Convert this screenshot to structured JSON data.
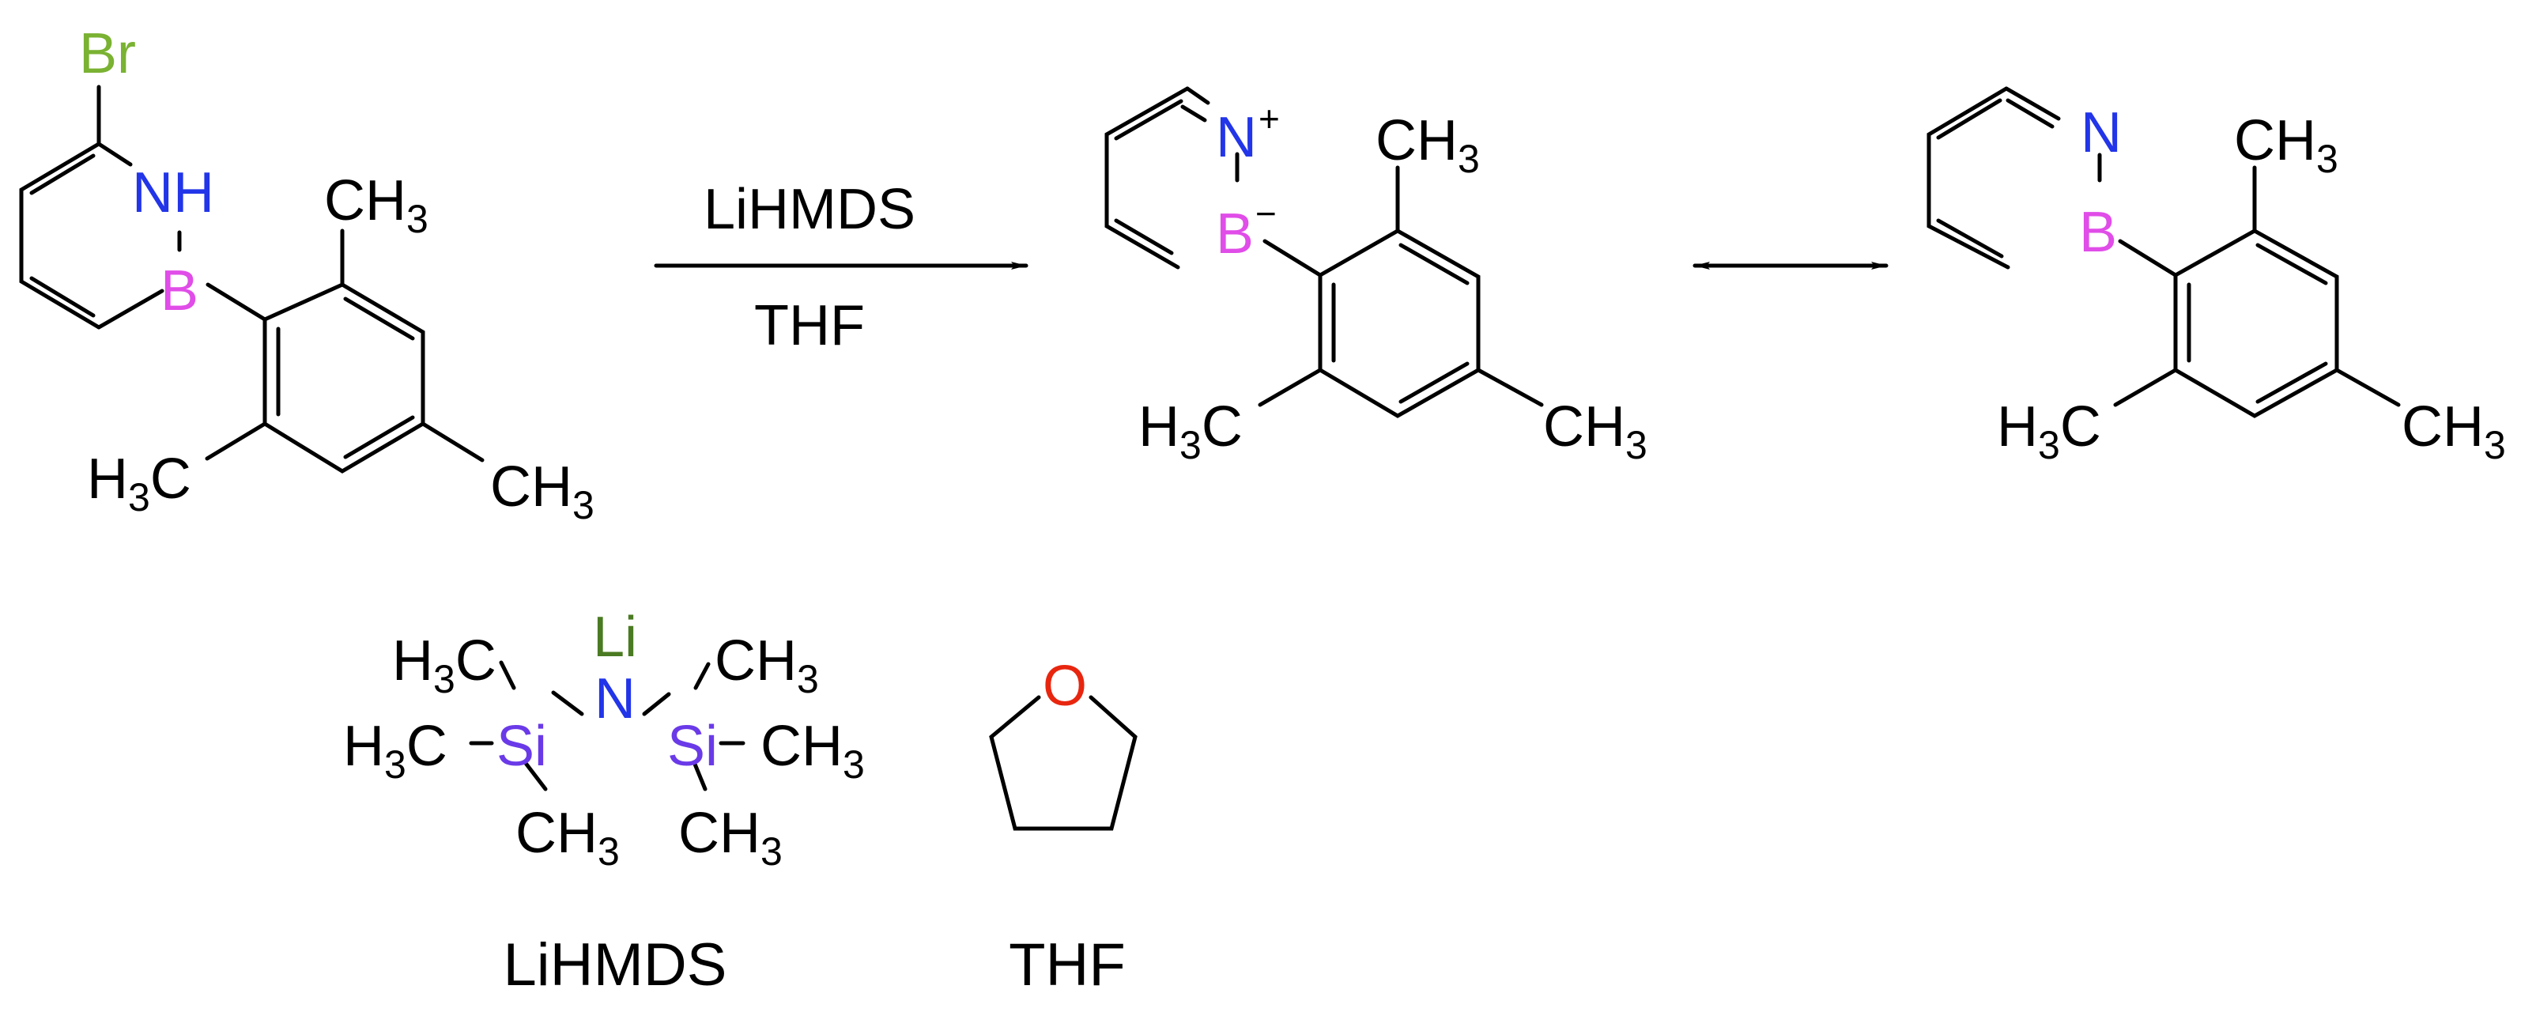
{
  "colors": {
    "bond": "#000000",
    "text": "#000000",
    "bromine": "#7ab232",
    "nitrogen": "#2235e8",
    "boron": "#e04de8",
    "silicon": "#6a3ae8",
    "lithium": "#4a7a22",
    "oxygen": "#e8260f"
  },
  "reactant": {
    "br": "Br",
    "nh": "NH",
    "b": "B",
    "ch": "CH",
    "hc": "H",
    "c": "C",
    "three": "3"
  },
  "arrow": {
    "reagent_top": "LiHMDS",
    "reagent_bottom": "THF"
  },
  "product_1": {
    "n": "N",
    "plus": "+",
    "b": "B",
    "minus": "−",
    "ch": "CH",
    "hc": "H",
    "c": "C",
    "three": "3"
  },
  "product_2": {
    "n": "N",
    "b": "B",
    "ch": "CH",
    "hc": "H",
    "c": "C",
    "three": "3"
  },
  "lihmds": {
    "li": "Li",
    "n": "N",
    "si": "Si",
    "h": "H",
    "c": "C",
    "ch": "CH",
    "three": "3",
    "caption": "LiHMDS"
  },
  "thf": {
    "o": "O",
    "caption": "THF"
  }
}
